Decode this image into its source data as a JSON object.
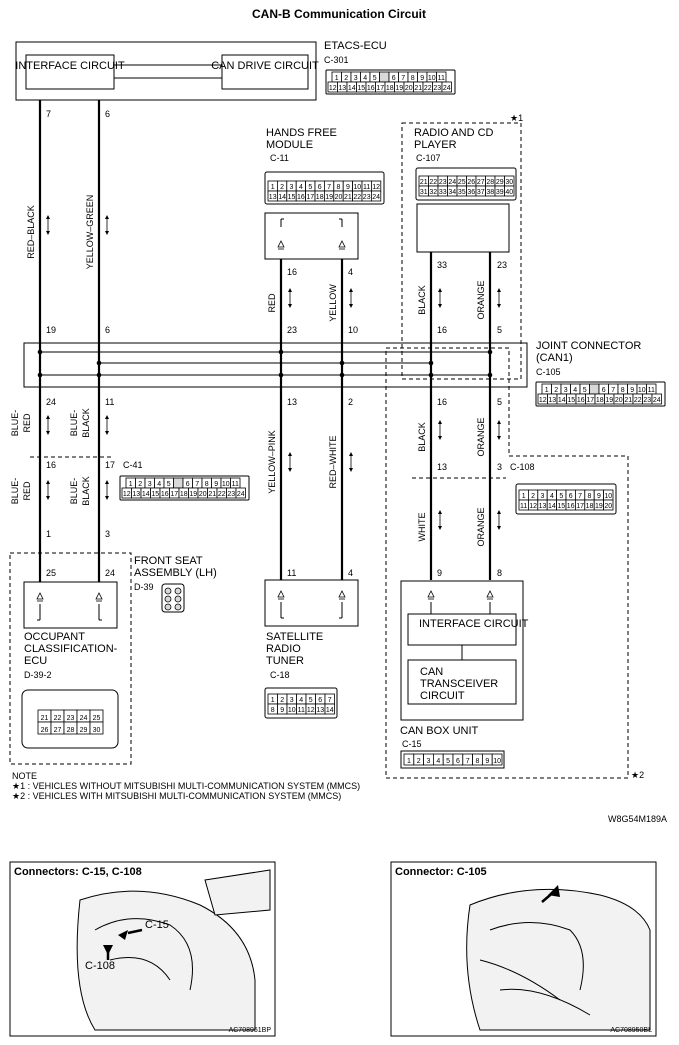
{
  "title": "CAN-B Communication Circuit",
  "components": {
    "etacs": {
      "name": "ETACS-ECU",
      "connector": "C-301",
      "block_a": "INTERFACE CIRCUIT",
      "block_b": "CAN DRIVE CIRCUIT"
    },
    "hands_free": {
      "name_line1": "HANDS FREE",
      "name_line2": "MODULE",
      "connector": "C-11"
    },
    "radio": {
      "name_line1": "RADIO AND CD",
      "name_line2": "PLAYER",
      "connector": "C-107",
      "mark": "★1"
    },
    "joint": {
      "name_line1": "JOINT CONNECTOR",
      "name_line2": "(CAN1)",
      "connector": "C-105"
    },
    "c41": {
      "connector": "C-41"
    },
    "c108": {
      "connector": "C-108"
    },
    "front_seat": {
      "name_line1": "FRONT SEAT",
      "name_line2": "ASSEMBLY (LH)",
      "connector": "D-39"
    },
    "occupant": {
      "name_line1": "OCCUPANT",
      "name_line2": "CLASSIFICATION-",
      "name_line3": "ECU",
      "connector": "D-39-2"
    },
    "satellite": {
      "name_line1": "SATELLITE",
      "name_line2": "RADIO",
      "name_line3": "TUNER",
      "connector": "C-18"
    },
    "canbox": {
      "name": "CAN BOX UNIT",
      "connector": "C-15",
      "block_a": "INTERFACE CIRCUIT",
      "block_b_line1": "CAN",
      "block_b_line2": "TRANSCEIVER",
      "block_b_line3": "CIRCUIT",
      "mark": "★2"
    }
  },
  "wires": {
    "etacs_left": {
      "color": "RED–BLACK",
      "pin_top": "7",
      "pin_joint": "19"
    },
    "etacs_right": {
      "color": "YELLOW–GREEN",
      "pin_top": "6",
      "pin_joint": "6"
    },
    "hf_left": {
      "color": "RED",
      "pin_top": "16",
      "pin_joint": "23"
    },
    "hf_right": {
      "color": "YELLOW",
      "pin_top": "4",
      "pin_joint": "10"
    },
    "radio_left": {
      "color": "BLACK",
      "pin_top": "33",
      "pin_joint": "16"
    },
    "radio_right": {
      "color": "ORANGE",
      "pin_top": "23",
      "pin_joint": "5"
    },
    "occ_left": {
      "color_a_line1": "BLUE-",
      "color_a_line2": "RED",
      "color_b_line1": "BLUE-",
      "color_b_line2": "RED",
      "pin_joint": "24",
      "pin_c41": "16",
      "pin_mid": "1",
      "pin_ecu": "25"
    },
    "occ_right": {
      "color_a_line1": "BLUE-",
      "color_a_line2": "BLACK",
      "color_b_line1": "BLUE-",
      "color_b_line2": "BLACK",
      "pin_joint": "11",
      "pin_c41": "17",
      "pin_mid": "3",
      "pin_ecu": "24"
    },
    "sat_left": {
      "color": "YELLOW–PINK",
      "pin_joint": "13",
      "pin_unit": "11"
    },
    "sat_right": {
      "color": "RED–WHITE",
      "pin_joint": "2",
      "pin_unit": "4"
    },
    "can_left": {
      "color_a": "BLACK",
      "color_b": "WHITE",
      "pin_joint": "16",
      "pin_c108": "13",
      "pin_unit": "9"
    },
    "can_right": {
      "color_a": "ORANGE",
      "color_b": "ORANGE",
      "pin_joint": "5",
      "pin_c108": "3",
      "pin_unit": "8"
    }
  },
  "connector_pins": {
    "c301_row1": [
      "1",
      "2",
      "3",
      "4",
      "5",
      "",
      "6",
      "7",
      "8",
      "9",
      "10",
      "11"
    ],
    "c301_row2": [
      "12",
      "13",
      "14",
      "15",
      "16",
      "17",
      "18",
      "19",
      "20",
      "21",
      "22",
      "23",
      "24"
    ],
    "c11_row1": [
      "1",
      "2",
      "3",
      "4",
      "5",
      "6",
      "7",
      "8",
      "9",
      "10",
      "11",
      "12"
    ],
    "c11_row2": [
      "13",
      "14",
      "15",
      "16",
      "17",
      "18",
      "19",
      "20",
      "21",
      "22",
      "23",
      "24"
    ],
    "c107_row1": [
      "21",
      "22",
      "23",
      "24",
      "25",
      "26",
      "27",
      "28",
      "29",
      "30"
    ],
    "c107_row2": [
      "31",
      "32",
      "33",
      "34",
      "35",
      "36",
      "37",
      "38",
      "39",
      "40"
    ],
    "c105_row1": [
      "1",
      "2",
      "3",
      "4",
      "5",
      "",
      "6",
      "7",
      "8",
      "9",
      "10",
      "11"
    ],
    "c105_row2": [
      "12",
      "13",
      "14",
      "15",
      "16",
      "17",
      "18",
      "19",
      "20",
      "21",
      "22",
      "23",
      "24"
    ],
    "c41_row1": [
      "1",
      "2",
      "3",
      "4",
      "5",
      "",
      "6",
      "7",
      "8",
      "9",
      "10",
      "11"
    ],
    "c41_row2": [
      "12",
      "13",
      "14",
      "15",
      "16",
      "17",
      "18",
      "19",
      "20",
      "21",
      "22",
      "23",
      "24"
    ],
    "c108_row1": [
      "1",
      "2",
      "3",
      "4",
      "5",
      "6",
      "7",
      "8",
      "9",
      "10"
    ],
    "c108_row2": [
      "11",
      "12",
      "13",
      "14",
      "15",
      "16",
      "17",
      "18",
      "19",
      "20"
    ],
    "c18_row1": [
      "1",
      "2",
      "3",
      "4",
      "5",
      "6",
      "7"
    ],
    "c18_row2": [
      "8",
      "9",
      "10",
      "11",
      "12",
      "13",
      "14"
    ],
    "d392_row1": [
      "21",
      "22",
      "23",
      "24",
      "25"
    ],
    "d392_row2": [
      "26",
      "27",
      "28",
      "29",
      "30"
    ],
    "c15_row": [
      "1",
      "2",
      "3",
      "4",
      "5",
      "6",
      "7",
      "8",
      "9",
      "10"
    ]
  },
  "notes": {
    "heading": "NOTE",
    "line1": "★1 : VEHICLES WITHOUT MITSUBISHI MULTI-COMMUNICATION SYSTEM (MMCS)",
    "line2": "★2 : VEHICLES WITH MITSUBISHI MULTI-COMMUNICATION SYSTEM (MMCS)",
    "code": "W8G54M189A"
  },
  "photos": {
    "left": {
      "title": "Connectors: C-15, C-108",
      "label_a": "C-15",
      "label_b": "C-108",
      "code": "AC708951BP"
    },
    "right": {
      "title": "Connector: C-105",
      "code": "AC708950BL"
    }
  }
}
